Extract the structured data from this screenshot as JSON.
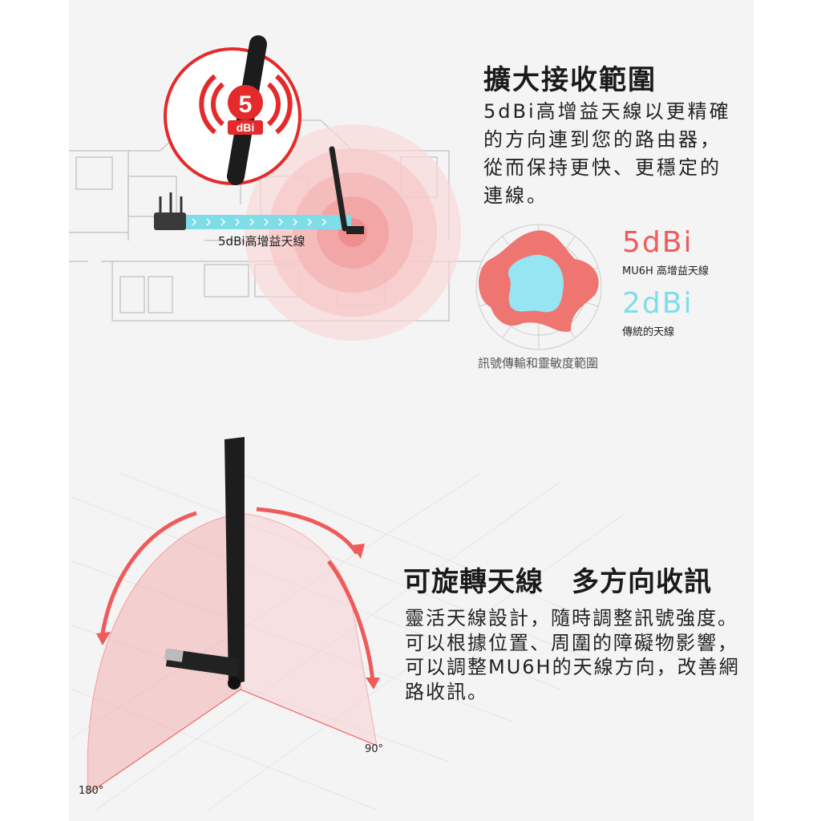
{
  "section1": {
    "title": "擴大接收範圍",
    "description": [
      "5dBi高增益天線以更精確",
      "的方向連到您的路由器，",
      "從而保持更快、更穩定的",
      "連線。"
    ],
    "badge_number": "5",
    "badge_unit": "dBi",
    "arrow_caption": "5dBi高增益天線",
    "legend_high_value": "5dBi",
    "legend_high_label": "MU6H 高增益天線",
    "legend_low_value": "2dBi",
    "legend_low_label": "傳統的天線",
    "chart_caption": "訊號傳輸和靈敏度範圍"
  },
  "section2": {
    "title": "可旋轉天線　多方向收訊",
    "description": [
      "靈活天線設計，隨時調整訊號強度。",
      "可以根據位置、周圍的障礙物影響，",
      "可以調整MU6H的天線方向，改善網",
      "路收訊。"
    ],
    "angle_90": "90°",
    "angle_180": "180°"
  },
  "colors": {
    "accent_red": "#ef5b5b",
    "accent_cyan": "#7fdde8",
    "text": "#1a1a1a"
  }
}
